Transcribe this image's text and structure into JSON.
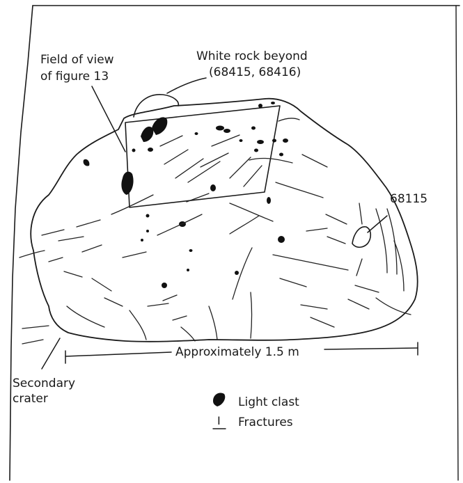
{
  "labels": {
    "field_of_view_line1": "Field of view",
    "field_of_view_line2": "of figure 13",
    "white_rock_line1": "White rock beyond",
    "white_rock_line2": "(68415, 68416)",
    "sample_id": "68115",
    "scale": "Approximately  1.5 m",
    "secondary_crater_line1": "Secondary",
    "secondary_crater_line2": "crater"
  },
  "legend": {
    "light_clast": "Light clast",
    "fractures": "Fractures",
    "fractures_symbol": "I"
  },
  "colors": {
    "ink": "#1a1a1a",
    "background": "#ffffff"
  }
}
